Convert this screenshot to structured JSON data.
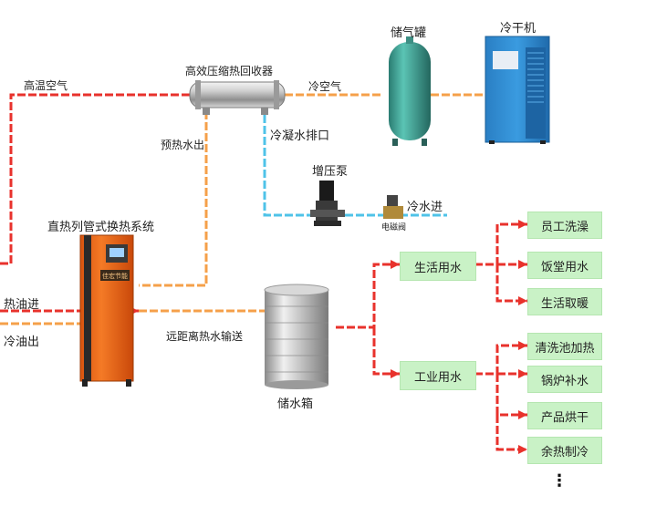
{
  "labels": {
    "high_temp_air": "高温空气",
    "heat_recovery": "高效压缩热回收器",
    "cold_air": "冷空气",
    "gas_tank": "储气罐",
    "dryer": "冷干机",
    "preheat_out": "预热水出",
    "condensate": "冷凝水排口",
    "booster_pump": "增压泵",
    "cold_water_in": "冷水进",
    "solenoid": "电磁阀",
    "system": "直热列管式换热系统",
    "hot_oil_in": "热油进",
    "cold_oil_out": "冷油出",
    "remote_transport": "远距离热水输送",
    "water_tank": "储水箱",
    "unit_panel_text": "佳宏节能"
  },
  "branches": {
    "living": "生活用水",
    "industrial": "工业用水"
  },
  "living_uses": [
    "员工洗澡",
    "饭堂用水",
    "生活取暖"
  ],
  "industrial_uses": [
    "清洗池加热",
    "锅炉补水",
    "产品烘干",
    "余热制冷"
  ],
  "ellipsis": "⋮",
  "colors": {
    "hot_pipe": "#e8322c",
    "warm_pipe": "#f5a04a",
    "cold_pipe": "#4fc3e8",
    "green_box": "#c9f2c6",
    "unit_orange": "#f26a1b",
    "tank_teal": "#3fa89a",
    "dryer_blue": "#2f8fd6"
  }
}
